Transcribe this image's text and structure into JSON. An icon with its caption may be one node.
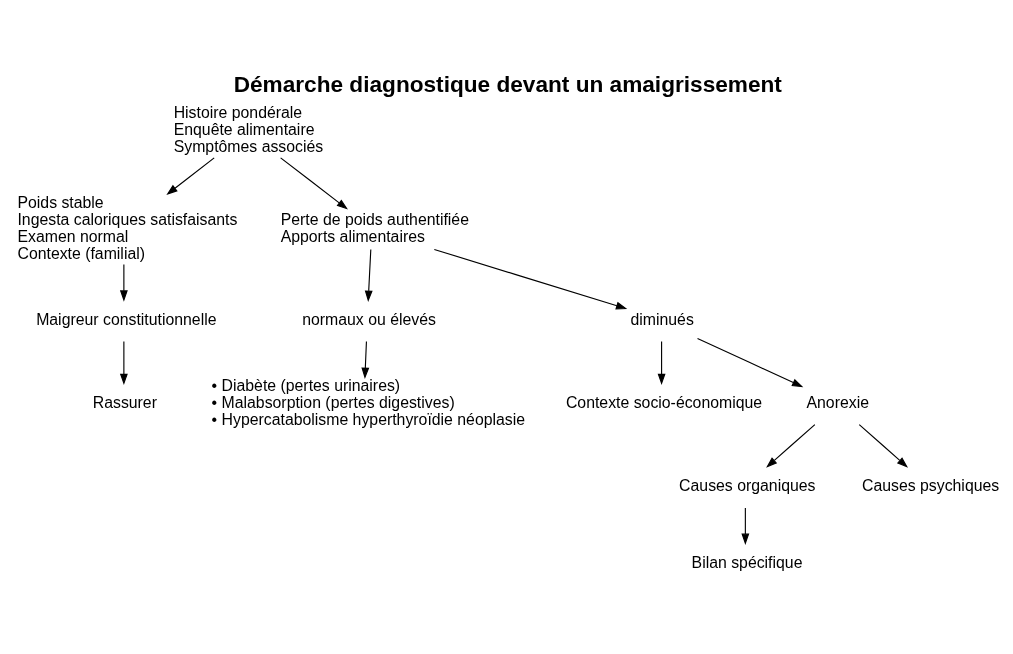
{
  "diagram": {
    "title": "Démarche diagnostique devant un amaigrissement",
    "nodes": [
      {
        "text": [
          "Histoire pondérale",
          "Enquête alimentaire",
          "Symptômes associés"
        ]
      },
      {
        "text": [
          "Poids stable",
          "Ingesta caloriques satisfaisants",
          "Examen normal",
          "Contexte (familial)"
        ]
      },
      {
        "text": [
          "Perte de poids authentifiée",
          "Apports alimentaires"
        ]
      },
      {
        "text": [
          "Maigreur constitutionnelle"
        ]
      },
      {
        "text": [
          "Rassurer"
        ]
      },
      {
        "text": [
          "normaux ou élevés"
        ]
      },
      {
        "text": [
          "diminués"
        ]
      },
      {
        "text": [
          "• Diabète (pertes urinaires)",
          "• Malabsorption (pertes digestives)",
          "• Hypercatabolisme hyperthyroïdie néoplasie"
        ]
      },
      {
        "text": [
          "Contexte socio-économique"
        ]
      },
      {
        "text": [
          "Anorexie"
        ]
      },
      {
        "text": [
          "Causes organiques"
        ]
      },
      {
        "text": [
          "Causes psychiques"
        ]
      },
      {
        "text": [
          "Bilan spécifique"
        ]
      }
    ],
    "edges": [
      {
        "from": 0,
        "to": 1,
        "arrow": "to"
      },
      {
        "from": 0,
        "to": 2,
        "arrow": "to"
      },
      {
        "from": 1,
        "to": 3,
        "arrow": "to"
      },
      {
        "from": 3,
        "to": 4,
        "arrow": "to"
      },
      {
        "from": 2,
        "to": 5,
        "arrow": "to"
      },
      {
        "from": 2,
        "to": 6,
        "arrow": "to"
      },
      {
        "from": 5,
        "to": 7,
        "arrow": "to"
      },
      {
        "from": 6,
        "to": 8,
        "arrow": "to"
      },
      {
        "from": 6,
        "to": 9,
        "arrow": "to"
      },
      {
        "from": 9,
        "to": 10,
        "arrow": "to"
      },
      {
        "from": 9,
        "to": 11,
        "arrow": "to"
      },
      {
        "from": 10,
        "to": 12,
        "arrow": "to"
      }
    ]
  }
}
